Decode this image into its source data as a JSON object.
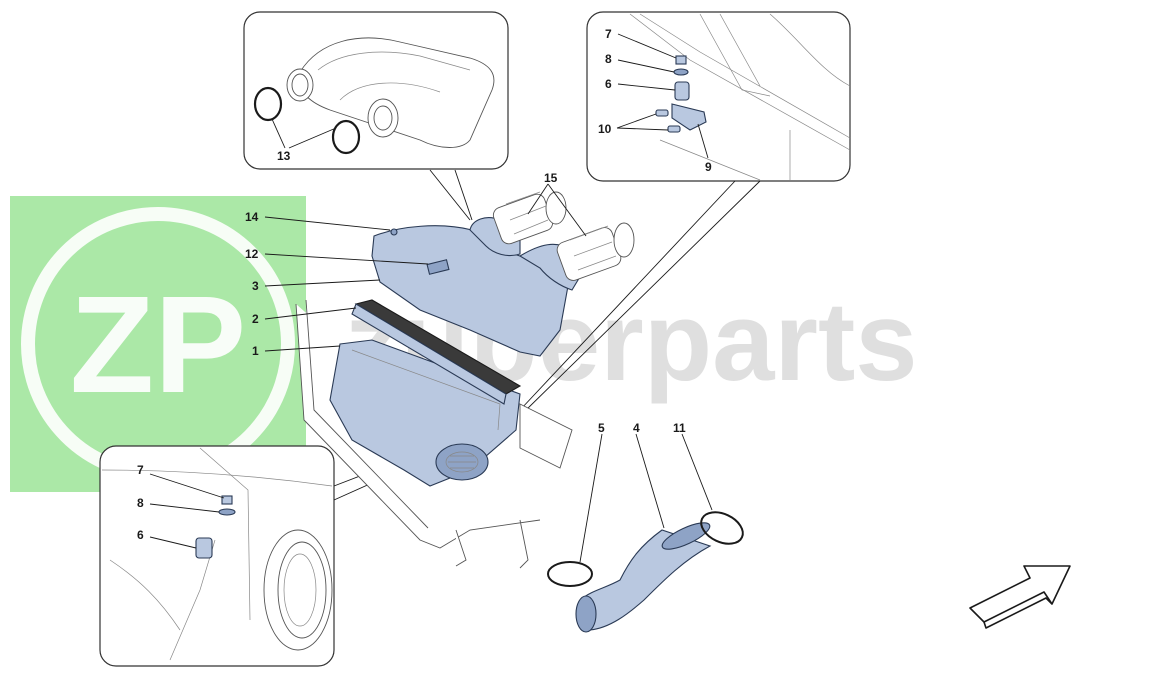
{
  "watermark": {
    "logo_letters": "ZP",
    "text": "zuperparts",
    "logo_color": "#8fe08a"
  },
  "callouts": {
    "main": {
      "c1": "1",
      "c2": "2",
      "c3": "3",
      "c4": "4",
      "c5": "5",
      "c11": "11",
      "c12": "12",
      "c14": "14",
      "c15": "15"
    },
    "inset_top": {
      "c13": "13"
    },
    "inset_right": {
      "c6": "6",
      "c7": "7",
      "c8": "8",
      "c9": "9",
      "c10": "10"
    },
    "inset_left": {
      "c6": "6",
      "c7": "7",
      "c8": "8"
    }
  },
  "colors": {
    "part_fill": "#b9c8e0",
    "part_stroke": "#2a3a55",
    "frame_stroke": "#333333"
  },
  "icons": {
    "direction": "arrow-icon"
  }
}
